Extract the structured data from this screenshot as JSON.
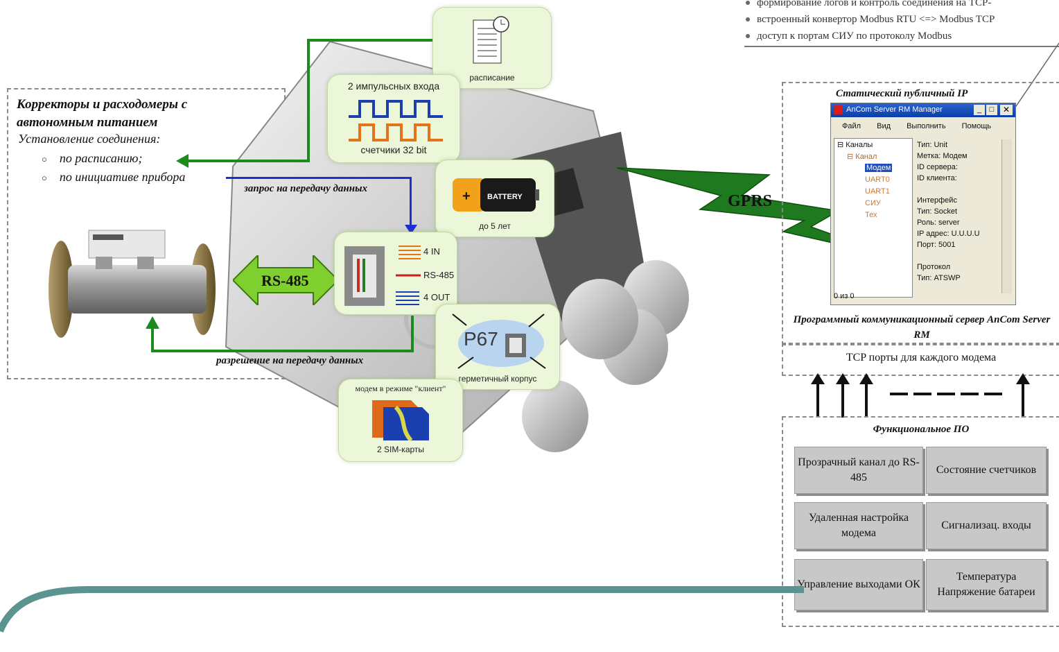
{
  "top_list": [
    "формирование логов и контроль соединения на TCP-",
    "встроенный конвертор Modbus RTU <=> Modbus TCP",
    "доступ к портам СИУ по протоколу Modbus"
  ],
  "left_panel": {
    "title": "Корректоры и расходомеры с автономным питанием",
    "subtitle": "Установление соединения:",
    "items": [
      "по расписанию;",
      "по инициативе прибора"
    ]
  },
  "arrows": {
    "request_label": "запрос на передачу данных",
    "permit_label": "разрешение на передачу данных",
    "rs485_label": "RS-485",
    "gprs_label": "GPRS"
  },
  "cards": {
    "schedule": "расписание",
    "pulse_title": "2 импульсных входа",
    "pulse_counter": "счетчики 32 bit",
    "battery_life": "до 5 лет",
    "battery_text": "BATTERY",
    "io_lines": [
      "4 IN",
      "RS-485",
      "4 OUT"
    ],
    "ip67": "P67",
    "sealed": "герметичный корпус",
    "sim_mode": "модем в режиме \"клиент\"",
    "sim_cards": "2 SIM-карты"
  },
  "server": {
    "static_ip": "Статический публичный IP",
    "window_title": "AnCom Server RM Manager",
    "menu": [
      "Файл",
      "Вид",
      "Выполнить",
      "Помощь"
    ],
    "tree": [
      "Каналы",
      "Канал",
      "Модем",
      "UART0",
      "UART1",
      "СИУ",
      "Тех"
    ],
    "props": [
      "Тип: Unit",
      "Метка: Модем",
      "ID сервера:",
      "ID клиента:",
      "",
      "Интерфейс",
      "Тип: Socket",
      "Роль: server",
      "IP адрес: U.U.U.U",
      "Порт: 5001",
      "",
      "Протокол",
      "Тип: ATSWP"
    ],
    "status": "0 из 0",
    "caption": "Программный коммуникационный сервер AnCom Server RM",
    "tcp_ports": "TCP порты для каждого модема"
  },
  "functional": {
    "title": "Функциональное ПО",
    "buttons": [
      "Прозрачный канал до RS-485",
      "Состояние счетчиков",
      "Удаленная настройка модема",
      "Сигнализац. входы",
      "Управление выходами ОК",
      "Температура Напряжение батареи"
    ]
  },
  "colors": {
    "green_arrow": "#1d8a1d",
    "blue_arrow": "#1c2fd1",
    "gprs_bolt": "#1f7a1f",
    "card_bg": "#ecf6d8",
    "curve": "#5b9391"
  }
}
